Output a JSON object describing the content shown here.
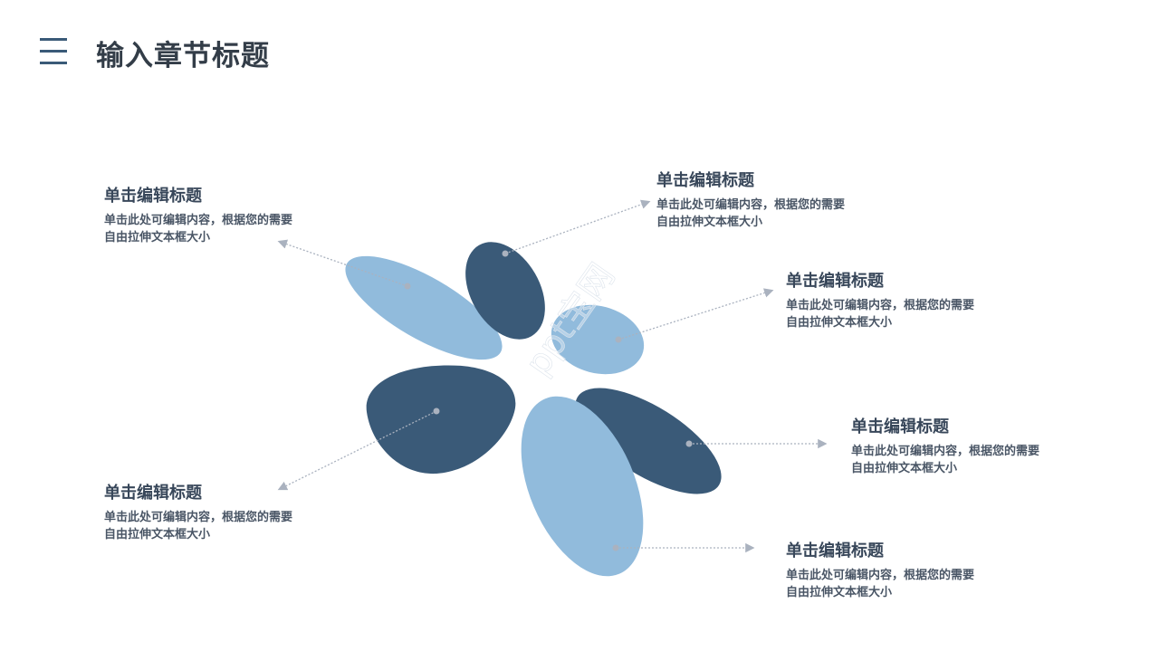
{
  "header": {
    "title": "输入章节标题",
    "menu_icon": "menu-lines-icon"
  },
  "watermark": {
    "text": "ppt宝网"
  },
  "colors": {
    "dark_petal": "#3a5a78",
    "light_petal": "#91bbdc",
    "connector": "#aab2bf",
    "title_text": "#333d48",
    "label_text": "#38475a"
  },
  "labels": [
    {
      "title": "单击编辑标题",
      "line1": "单击此处可编辑内容，根据您的需要",
      "line2": "自由拉伸文本框大小"
    },
    {
      "title": "单击编辑标题",
      "line1": "单击此处可编辑内容，根据您的需要",
      "line2": "自由拉伸文本框大小"
    },
    {
      "title": "单击编辑标题",
      "line1": "单击此处可编辑内容，根据您的需要",
      "line2": "自由拉伸文本框大小"
    },
    {
      "title": "单击编辑标题",
      "line1": "单击此处可编辑内容，根据您的需要",
      "line2": "自由拉伸文本框大小"
    },
    {
      "title": "单击编辑标题",
      "line1": "单击此处可编辑内容，根据您的需要",
      "line2": "自由拉伸文本框大小"
    },
    {
      "title": "单击编辑标题",
      "line1": "单击此处可编辑内容，根据您的需要",
      "line2": "自由拉伸文本框大小"
    }
  ]
}
